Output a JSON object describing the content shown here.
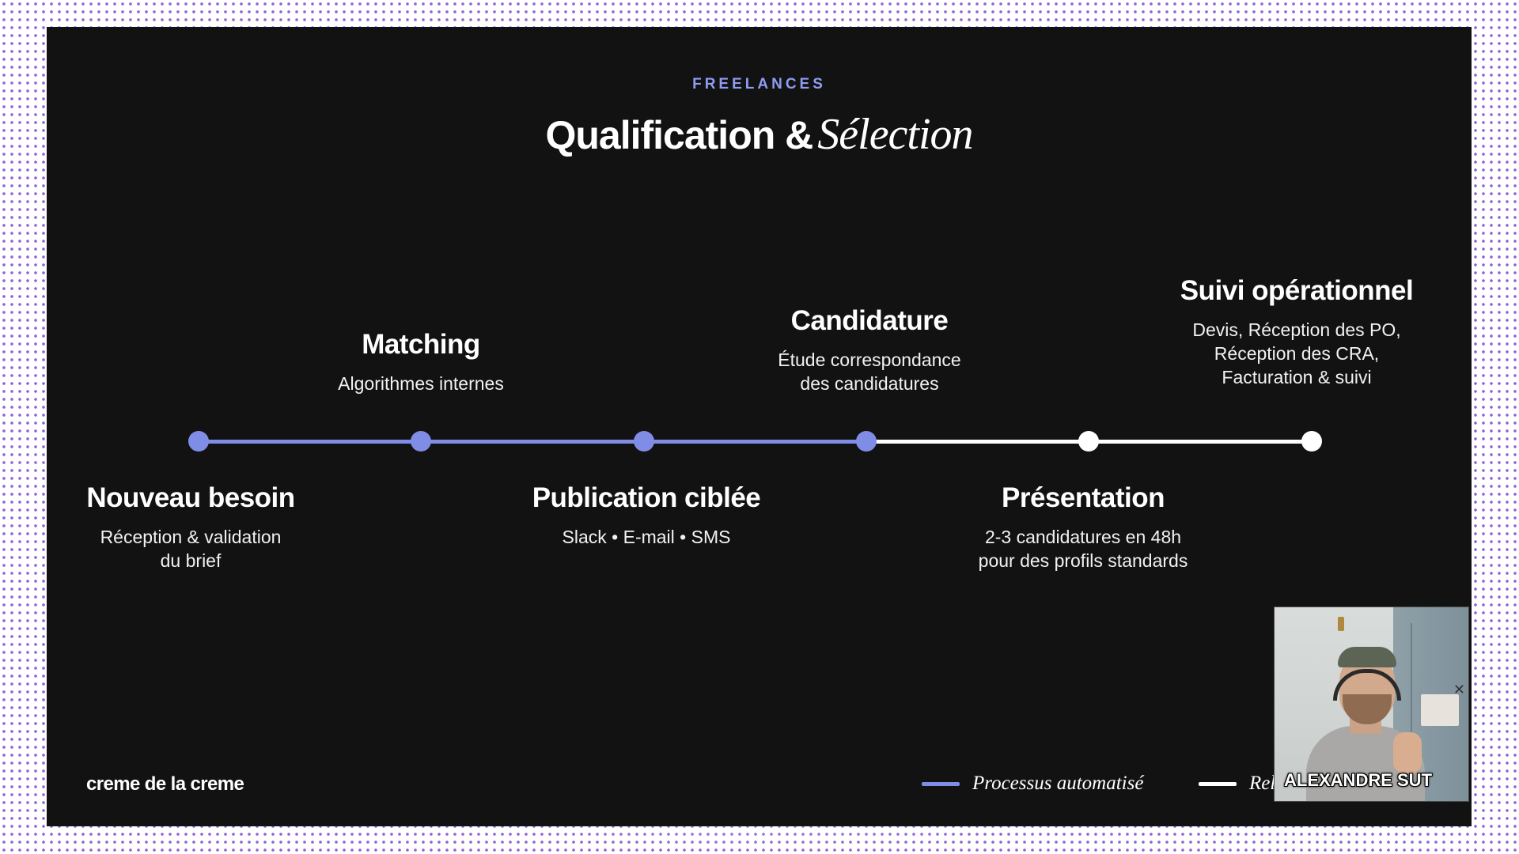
{
  "slide": {
    "eyebrow": "FREELANCES",
    "title_main": "Qualification &",
    "title_italic": "Sélection",
    "steps": [
      {
        "label": "Nouveau besoin",
        "description": "Réception & validation\ndu brief",
        "mode": "auto"
      },
      {
        "label": "Matching",
        "description": "Algorithmes internes",
        "mode": "auto"
      },
      {
        "label": "Publication ciblée",
        "description": "Slack • E-mail • SMS",
        "mode": "auto"
      },
      {
        "label": "Candidature",
        "description": "Étude correspondance\ndes candidatures",
        "mode": "auto"
      },
      {
        "label": "Présentation",
        "description": "2-3 candidatures en 48h\npour des profils standards",
        "mode": "manual"
      },
      {
        "label": "Suivi opérationnel",
        "description": "Devis, Réception des PO,\nRéception des CRA,\nFacturation & suivi",
        "mode": "manual"
      }
    ],
    "logo": "creme de la creme",
    "legend": [
      {
        "label": "Processus automatisé",
        "color": "#7f8de6"
      },
      {
        "label": "Rel",
        "color": "#ffffff"
      }
    ]
  },
  "webcam": {
    "name": "ALEXANDRE SUT",
    "close_glyph": "✕"
  },
  "colors": {
    "slide_bg": "#121212",
    "accent": "#7f8de6",
    "eyebrow": "#8f9cf2",
    "dots": "#8f5fd6"
  }
}
